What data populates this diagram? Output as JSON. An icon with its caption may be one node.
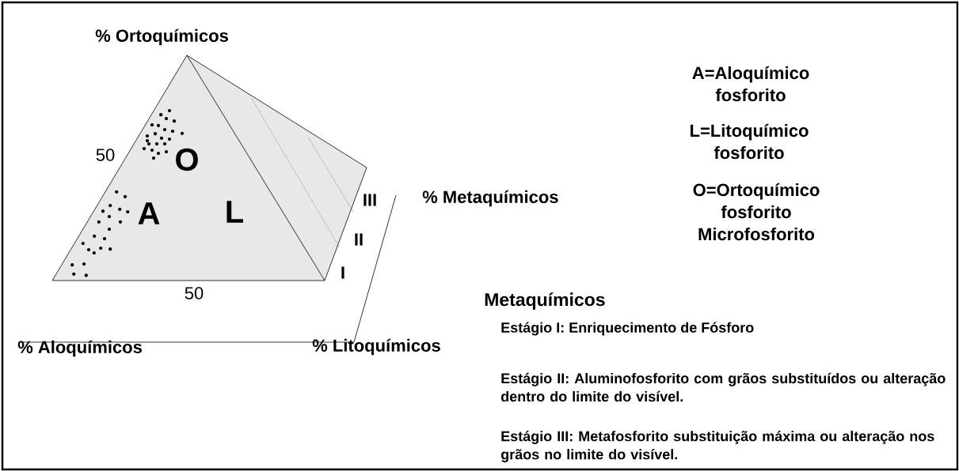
{
  "diagram": {
    "labels": [
      "% Ortoquímicos",
      "A=Aloquímico fosforito",
      "L=Litoquímico fosforito",
      "O=Ortoquímico fosforito Microfosforito",
      "50",
      "O",
      "A",
      "L",
      "III",
      "% Metaquímicos",
      "II",
      "I",
      "50",
      "Metaquímicos",
      "% Aloquímicos",
      "% Litoquímicos",
      "Estágio I: Enriquecimento de Fósforo",
      "Estágio II: Aluminofosforito com grãos substituídos ou alteração dentro do limite do visível.",
      "Estágio III: Metafosforito substituição máxima ou alteração nos grãos no limite do visível."
    ]
  }
}
